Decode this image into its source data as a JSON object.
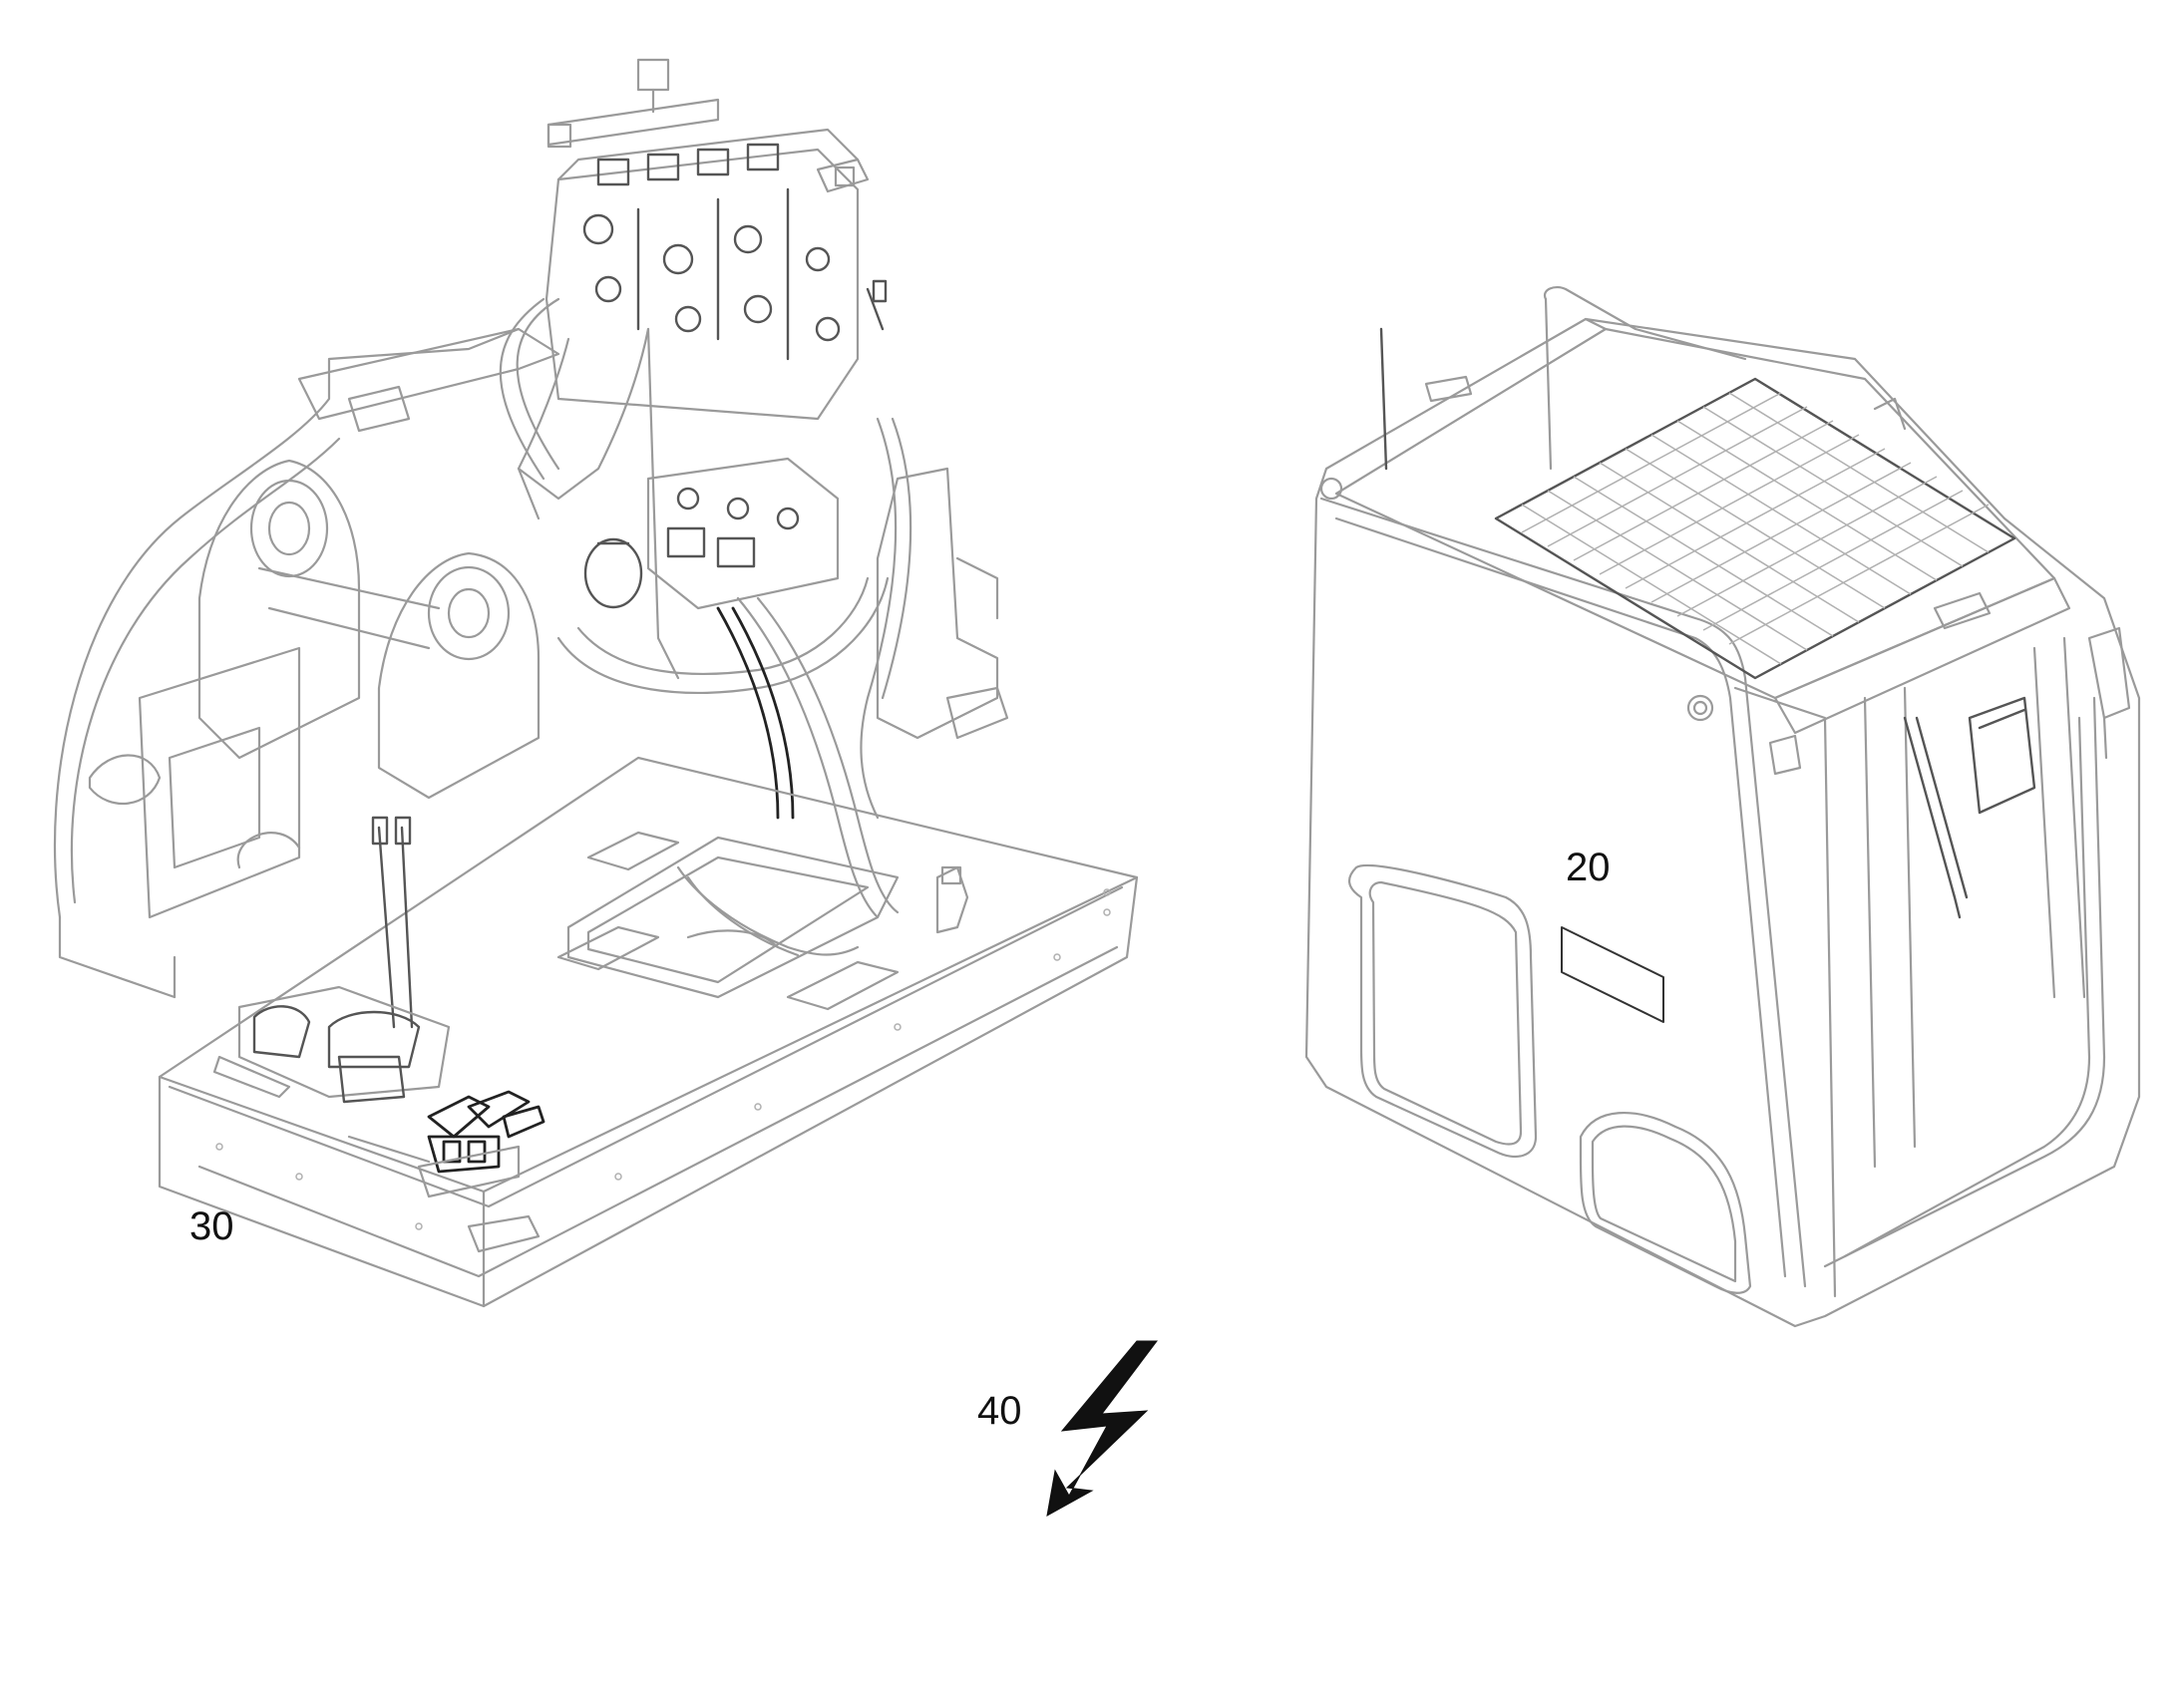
{
  "diagram": {
    "callouts": {
      "cab": "20",
      "frame": "30",
      "electrical": "40"
    },
    "icons": {
      "electrical": "lightning-bolt-icon"
    },
    "colors": {
      "line_light": "#9a9a9a",
      "line_dark": "#222222",
      "background": "#ffffff"
    }
  }
}
